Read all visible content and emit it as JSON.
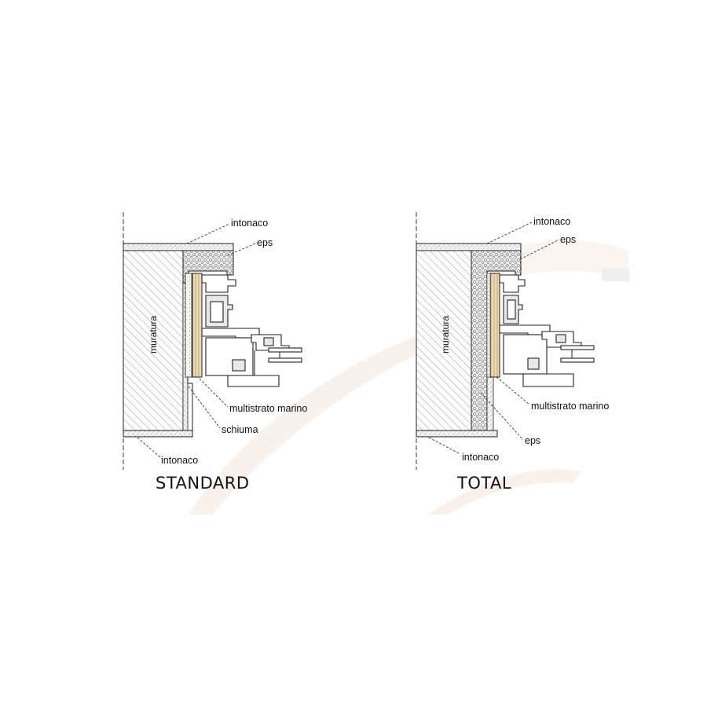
{
  "colors": {
    "background": "#ffffff",
    "line": "#222222",
    "masonry_hatch": "#9a9a9a",
    "plaster": "#f1f1f1",
    "eps": "#e6e6e6",
    "plywood": "#e9d6b4",
    "watermark": "#f6ece6"
  },
  "details": [
    {
      "id": "standard",
      "title": "STANDARD",
      "labels": {
        "top_plaster": "intonaco",
        "eps": "eps",
        "masonry": "muratura",
        "plywood": "multistrato marino",
        "foam": "schiuma",
        "bottom_plaster": "intonaco"
      }
    },
    {
      "id": "total",
      "title": "TOTAL",
      "labels": {
        "top_plaster": "intonaco",
        "eps": "eps",
        "masonry": "muratura",
        "plywood": "multistrato marino",
        "eps_lower": "eps",
        "bottom_plaster": "intonaco"
      }
    }
  ]
}
